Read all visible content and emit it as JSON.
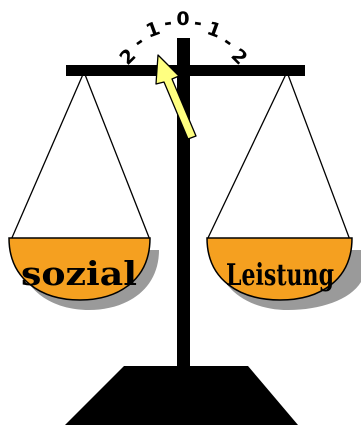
{
  "scale": {
    "digits": [
      "2",
      "1",
      "0",
      "1",
      "2"
    ],
    "dashes": [
      "-",
      "-",
      "-",
      "-"
    ]
  },
  "pans": {
    "left_label": "sozial",
    "right_label": "Leistung"
  },
  "colors": {
    "pan_fill": "#f5a020",
    "pan_shadow": "#9a9a9a",
    "pointer_fill": "#ffff80",
    "structure": "#000000",
    "background": "#ffffff"
  }
}
